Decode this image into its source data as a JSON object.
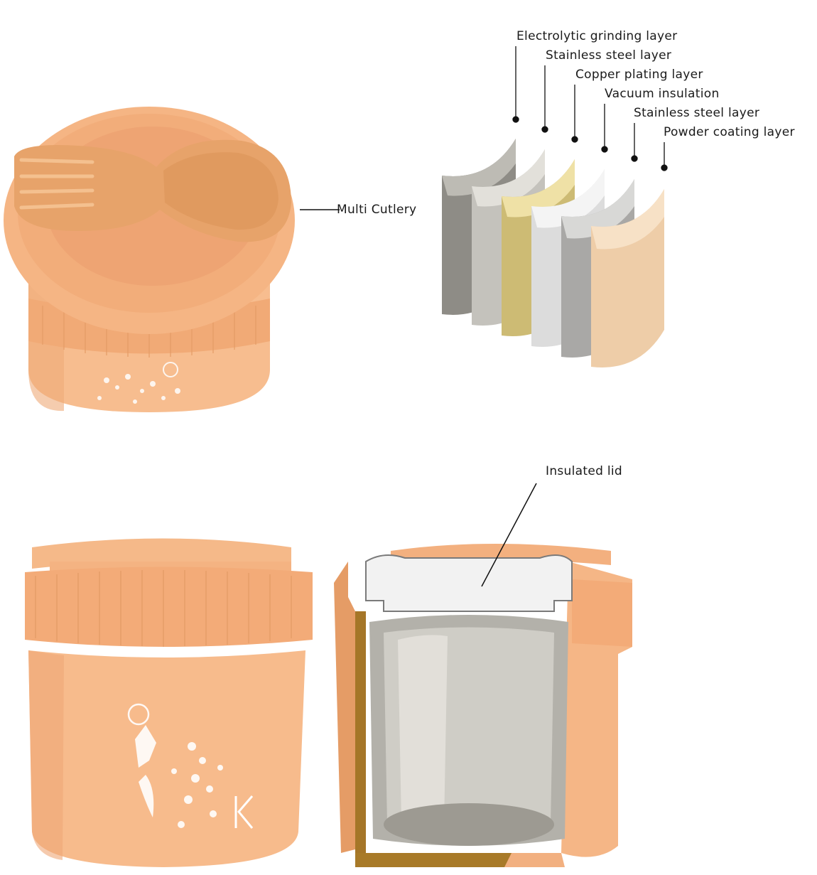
{
  "labels": {
    "multi_cutlery": "Multi Cutlery",
    "insulated_lid": "Insulated lid"
  },
  "layers": [
    {
      "label": "Electrolytic grinding layer",
      "color": "#9a9a94"
    },
    {
      "label": "Stainless steel layer",
      "color": "#c9c8c3"
    },
    {
      "label": "Copper plating layer",
      "color": "#d6c68a"
    },
    {
      "label": "Vacuum insulation",
      "color": "#e4e4e4"
    },
    {
      "label": "Stainless steel layer",
      "color": "#b4b4b2"
    },
    {
      "label": "Powder coating layer",
      "color": "#f0d2b0"
    }
  ],
  "colors": {
    "body": "#f6b98a",
    "body_dark": "#e9a06c",
    "band": "#f3ae7a",
    "steel": "#b8b6ae",
    "foam": "#f1f1f1",
    "gold": "#a87a28"
  },
  "icons": [
    "spork-icon",
    "floral-pattern-icon",
    "brand-k-logo"
  ]
}
